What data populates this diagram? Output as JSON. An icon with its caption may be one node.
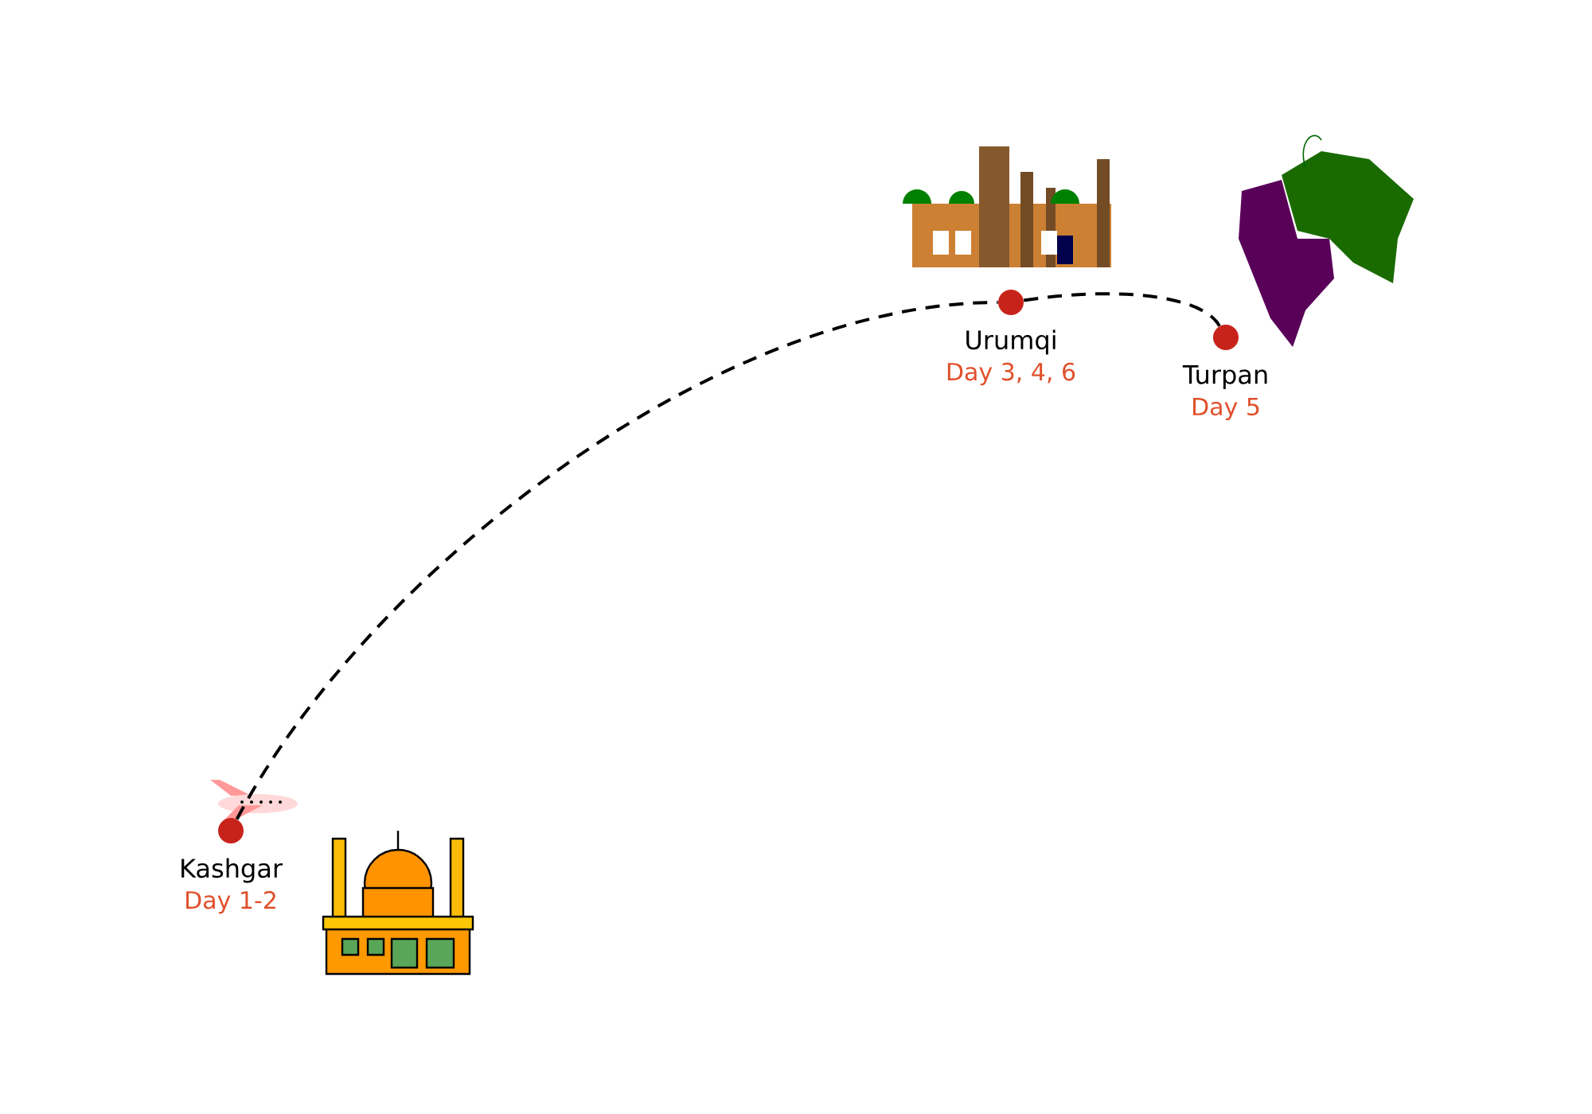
{
  "diagram": {
    "nodes": [
      {
        "text": [
          "Kashgar"
        ],
        "beside": [
          "Day 1-2"
        ]
      },
      {
        "text": [
          "Urumqi"
        ],
        "beside": [
          "Day 3, 4, 6"
        ]
      },
      {
        "text": [
          "Turpan"
        ],
        "beside": [
          "Day 5"
        ]
      }
    ],
    "edges": [
      {
        "from": 0,
        "to": 1,
        "arrow": "none",
        "style": "dashed"
      },
      {
        "from": 1,
        "to": 2,
        "arrow": "none",
        "style": "dashed"
      }
    ]
  }
}
